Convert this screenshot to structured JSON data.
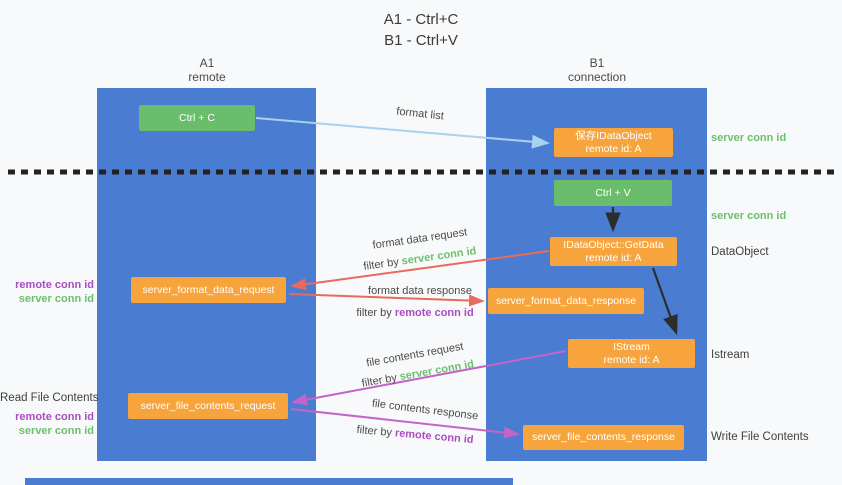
{
  "title": {
    "line1": "A1 - Ctrl+C",
    "line2": "B1 - Ctrl+V"
  },
  "lanes": {
    "a1": {
      "name": "A1",
      "role": "remote"
    },
    "b1": {
      "name": "B1",
      "role": "connection"
    }
  },
  "nodes": {
    "ctrl_c": {
      "label": "Ctrl + C"
    },
    "save_dataobject": {
      "line1": "保存IDataObject",
      "line2": "remote id: A"
    },
    "ctrl_v": {
      "label": "Ctrl + V"
    },
    "getdata": {
      "line1": "IDataObject::GetData",
      "line2": "remote id: A"
    },
    "format_data_request": {
      "label": "server_format_data_request"
    },
    "format_data_response": {
      "label": "server_format_data_response"
    },
    "istream": {
      "line1": "IStream",
      "line2": "remote id: A"
    },
    "file_contents_request": {
      "label": "server_file_contents_request"
    },
    "file_contents_response": {
      "label": "server_file_contents_response"
    }
  },
  "flow_labels": {
    "format_list": "format list",
    "format_data_request": "format data request",
    "format_data_response": "format data response",
    "file_contents_request": "file contents request",
    "file_contents_response": "file contents response",
    "filter_by": "filter by",
    "server_conn_id": "server conn id",
    "remote_conn_id": "remote conn id"
  },
  "side_labels": {
    "server_conn_id_top": "server conn id",
    "server_conn_id_mid": "server conn id",
    "dataobject": "DataObject",
    "istream": "Istream",
    "write_file_contents": "Write File Contents",
    "read_file_contents": "Read File Contents",
    "remote_conn_id_1": "remote conn id",
    "server_conn_id_1": "server conn id",
    "remote_conn_id_2": "remote conn id",
    "server_conn_id_2": "server conn id"
  },
  "colors": {
    "lane_blue": "#4a7dd1",
    "box_orange": "#f7a43c",
    "box_green": "#6abe6b",
    "arrow_lightblue": "#a8d2ee",
    "arrow_red": "#e96a5c",
    "arrow_magenta": "#c563c9",
    "arrow_black": "#2d2d2d",
    "divider_black": "#222222",
    "text_green": "#6cbf6e",
    "text_purple": "#a94dc1",
    "text_dark": "#3f3f3f"
  }
}
